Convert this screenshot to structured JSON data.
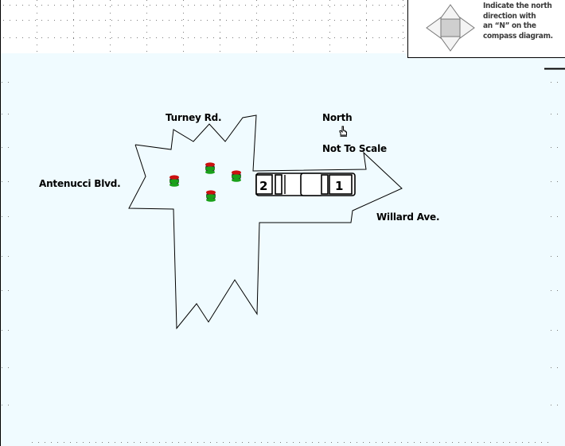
{
  "instructions": {
    "lines": [
      "Indicate the north",
      "direction with",
      "an “N” on the",
      "compass diagram."
    ]
  },
  "compass": {
    "icon": "compass-rose-icon"
  },
  "roads": {
    "top": "Turney Rd.",
    "left": "Antenucci Blvd.",
    "right": "Willard Ave."
  },
  "legend": {
    "north_label": "North",
    "north_icon": "hand-pointer-icon",
    "scale_note": "Not To Scale"
  },
  "vehicles": [
    {
      "number": "2"
    },
    {
      "number": "1"
    }
  ],
  "traffic_lights": {
    "count": 4,
    "icon": "traffic-light-icon"
  },
  "colors": {
    "canvas": "#f0fbff",
    "light_red": "#cc1010",
    "light_green": "#1aa01a",
    "light_body": "#333333"
  }
}
